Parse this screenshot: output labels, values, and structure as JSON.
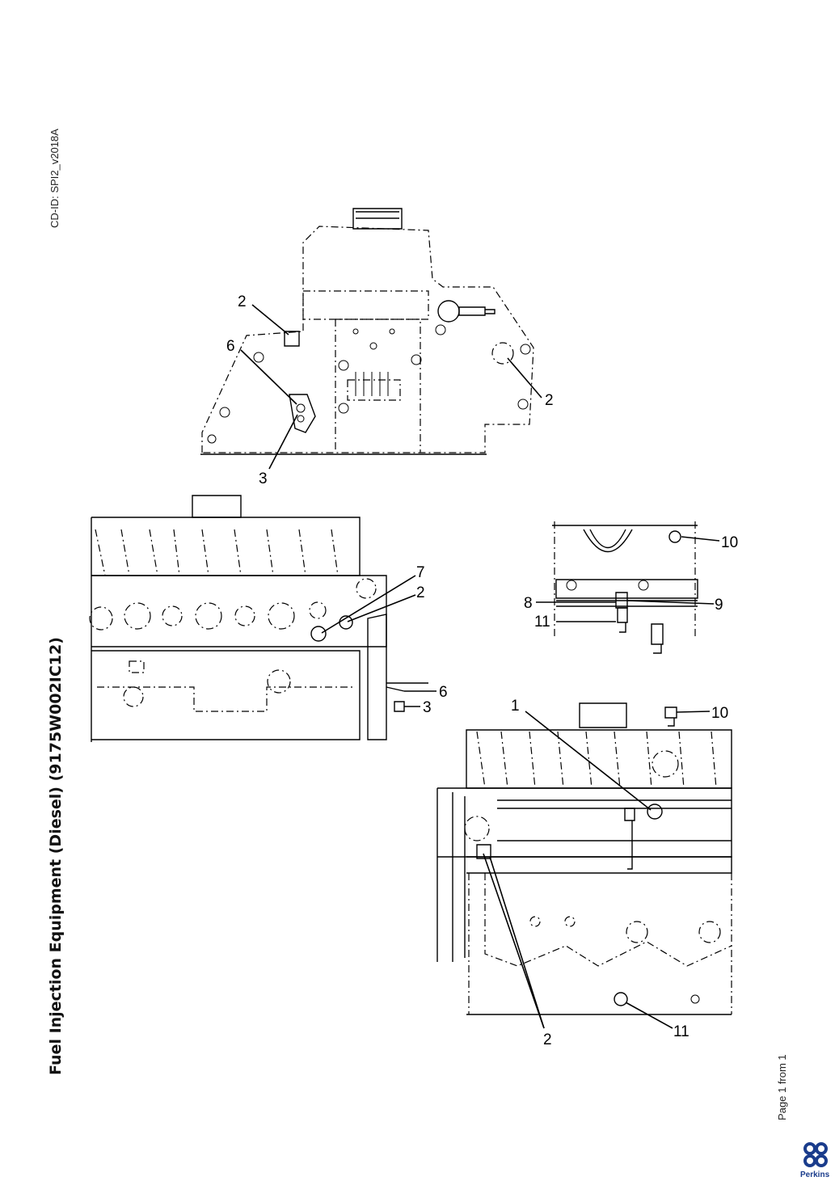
{
  "header": {
    "cd_id": "CD-ID: SPI2_v2018A"
  },
  "document": {
    "title": "Fuel Injection Equipment (Diesel) (9175W002IC12)",
    "page_label": "Page 1 from 1"
  },
  "brand": {
    "name": "Perkins",
    "color": "#1a3c8c"
  },
  "diagram": {
    "top_view": {
      "callouts": [
        "2",
        "6",
        "3",
        "2"
      ]
    },
    "left_view": {
      "callouts": [
        "7",
        "2",
        "6",
        "3"
      ]
    },
    "detail_view": {
      "callouts": [
        "10",
        "8",
        "9",
        "11"
      ]
    },
    "bottom_view": {
      "callouts": [
        "1",
        "10",
        "2",
        "11"
      ]
    }
  }
}
